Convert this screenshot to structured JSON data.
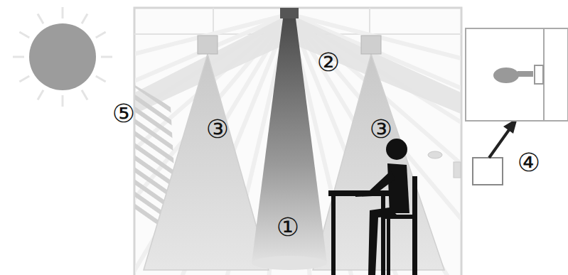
{
  "diagram": {
    "labels": [
      "②",
      "⑤",
      "③",
      "③",
      "④",
      "①"
    ]
  }
}
